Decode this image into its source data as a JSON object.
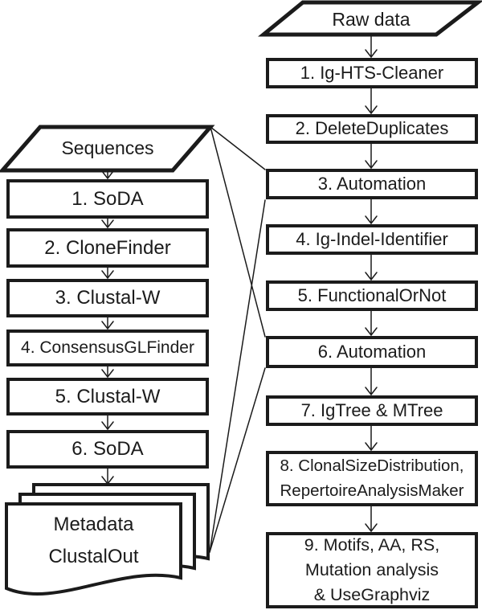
{
  "colors": {
    "ink": "#1b1b1b",
    "paper": "#ffffff"
  },
  "left_pipeline": {
    "input_label": "Sequences",
    "steps": [
      "1. SoDA",
      "2. CloneFinder",
      "3. Clustal-W",
      "4. ConsensusGLFinder",
      "5. Clustal-W",
      "6. SoDA"
    ],
    "output_label": "Metadata\nClustalOut"
  },
  "right_pipeline": {
    "input_label": "Raw data",
    "steps": [
      "1. Ig-HTS-Cleaner",
      "2. DeleteDuplicates",
      "3. Automation",
      "4. Ig-Indel-Identifier",
      "5. FunctionalOrNot",
      "6. Automation",
      "7. IgTree & MTree",
      "8. ClonalSizeDistribution,\nRepertoireAnalysisMaker",
      "9. Motifs, AA, RS,\nMutation analysis\n& UseGraphviz"
    ]
  }
}
